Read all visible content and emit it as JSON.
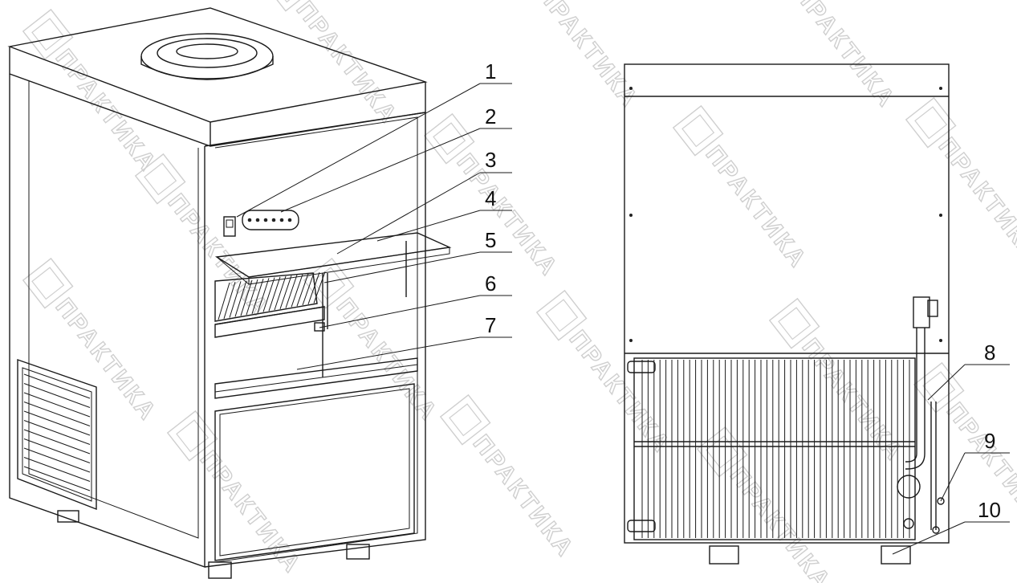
{
  "watermark": {
    "text": "ПРАКТИКА",
    "color": "#cfcfcf"
  },
  "callouts": {
    "front": [
      "1",
      "2",
      "3",
      "4",
      "5",
      "6",
      "7"
    ],
    "rear": [
      "8",
      "9",
      "10"
    ]
  }
}
